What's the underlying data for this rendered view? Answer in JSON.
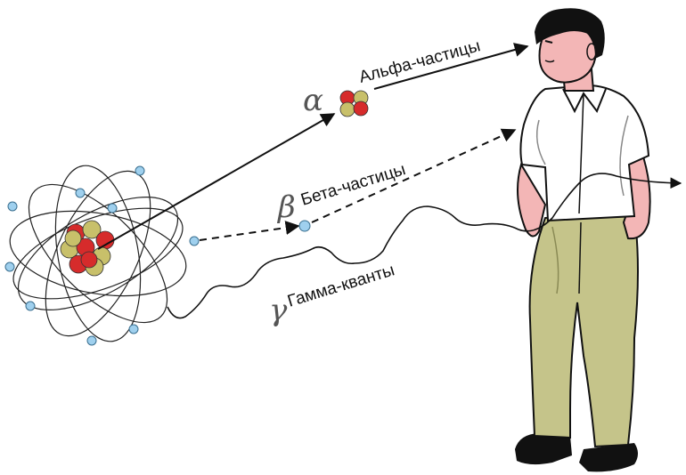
{
  "rays": {
    "alpha": {
      "symbol": "α",
      "label": "Альфа-частицы"
    },
    "beta": {
      "symbol": "β",
      "label": "Бета-частицы"
    },
    "gamma": {
      "symbol": "γ",
      "label": "Гамма-кванты"
    }
  },
  "colors": {
    "proton": "#d62b2b",
    "neutron": "#c8c06a",
    "electron": "#9fd0ee",
    "shirt": "#ffffff",
    "trousers": "#c5c48a",
    "skin": "#f3b6b6",
    "hair": "#111111",
    "shoes": "#111111"
  }
}
